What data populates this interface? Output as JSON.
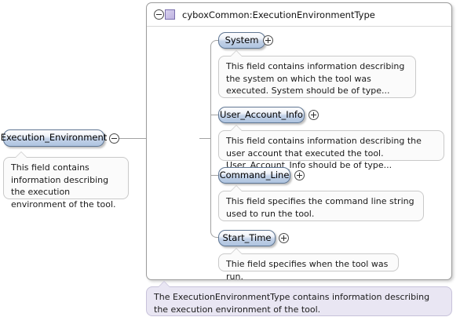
{
  "diagram": {
    "kind": "xml-schema-element-diagram",
    "root_element": {
      "name": "Execution_Environment",
      "expander": "minus-circle-icon",
      "annotation": "This field contains information describing the execution environment of the tool."
    },
    "compositor": {
      "kind": "sequence",
      "icon": "sequence-compositor-icon",
      "expander": "minus-circle-icon"
    },
    "type_panel": {
      "expander": "minus-circle-icon",
      "swatch": "complex-type-swatch-icon",
      "title": "cyboxCommon:ExecutionEnvironmentType",
      "annotation": "The ExecutionEnvironmentType contains information describing the execution environment of the tool.",
      "children": [
        {
          "name": "System",
          "expander": "plus-circle-icon",
          "annotation": "This field contains information describing the system on which the tool was executed. System should be of type..."
        },
        {
          "name": "User_Account_Info",
          "expander": "plus-circle-icon",
          "annotation": "This field contains information describing the user account that executed the tool. User_Account_Info should be of type..."
        },
        {
          "name": "Command_Line",
          "expander": "plus-circle-icon",
          "annotation": "This field specifies the command line string used to run the tool."
        },
        {
          "name": "Start_Time",
          "expander": "plus-circle-icon",
          "annotation": "Thie field specifies when the tool was run."
        }
      ]
    }
  },
  "colors": {
    "element_border": "#5f7693",
    "element_fill_top": "#ffffff",
    "element_fill_bottom": "#aec4e0",
    "bubble_bg": "#fbfbfb",
    "bubble_tinted_bg": "#e9e6f3",
    "panel_border": "#9c9c9c",
    "connector": "#a2a2a2",
    "compositor_fill": "#f4efb8",
    "type_swatch": "#bdb2e0"
  }
}
